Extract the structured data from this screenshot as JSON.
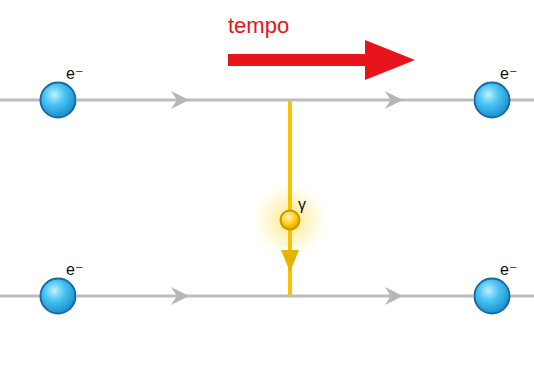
{
  "diagram": {
    "nodes": [
      {
        "text": [
          "e⁻"
        ]
      },
      {
        "text": [
          "e⁻"
        ]
      },
      {
        "text": [
          "γ"
        ]
      },
      {
        "text": [
          "e⁻"
        ]
      },
      {
        "text": [
          "e⁻"
        ]
      }
    ],
    "edges": [
      {
        "from": 0,
        "to": 1,
        "arrow": "to"
      },
      {
        "from": 3,
        "to": 4,
        "arrow": "to"
      }
    ],
    "labels": [
      "tempo"
    ]
  }
}
